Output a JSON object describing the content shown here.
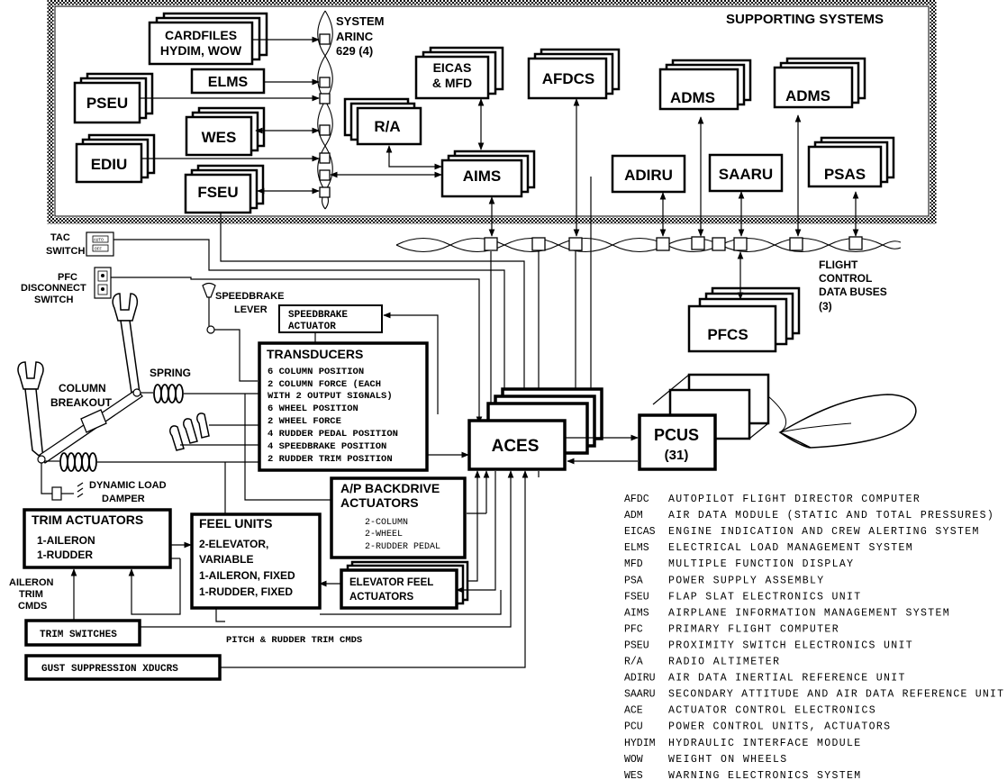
{
  "supporting_systems": {
    "title": "SUPPORTING SYSTEMS"
  },
  "arinc": {
    "line1": "SYSTEM",
    "line2": "ARINC",
    "line3": "629 (4)"
  },
  "boxes": {
    "cardfiles_1": "CARDFILES",
    "cardfiles_2": "HYDIM, WOW",
    "elms": "ELMS",
    "pseu": "PSEU",
    "wes": "WES",
    "ediu": "EDIU",
    "fseu": "FSEU",
    "eicas_1": "EICAS",
    "eicas_2": "& MFD",
    "ra": "R/A",
    "aims": "AIMS",
    "afdcs": "AFDCS",
    "adms_1": "ADMS",
    "adms_2": "ADMS",
    "adiru": "ADIRU",
    "saaru": "SAARU",
    "psas": "PSAS",
    "pfcs": "PFCS",
    "aces": "ACES",
    "pcus_1": "PCUS",
    "pcus_2": "(31)",
    "speedbrake_actuator_1": "SPEEDBRAKE",
    "speedbrake_actuator_2": "ACTUATOR",
    "transducers_title": "TRANSDUCERS",
    "transducers_lines": [
      "6 COLUMN POSITION",
      "2 COLUMN FORCE (EACH",
      "WITH 2 OUTPUT SIGNALS)",
      "6 WHEEL POSITION",
      "2 WHEEL FORCE",
      "4 RUDDER PEDAL POSITION",
      "4 SPEEDBRAKE POSITION",
      "2 RUDDER TRIM POSITION"
    ],
    "ap_title_1": "A/P BACKDRIVE",
    "ap_title_2": "ACTUATORS",
    "ap_lines": [
      "2-COLUMN",
      "2-WHEEL",
      "2-RUDDER PEDAL"
    ],
    "trim_actuators_title": "TRIM ACTUATORS",
    "trim_actuators_lines": [
      "1-AILERON",
      "1-RUDDER"
    ],
    "feel_units_title": "FEEL UNITS",
    "feel_units_lines": [
      "2-ELEVATOR,",
      "VARIABLE",
      "1-AILERON, FIXED",
      "1-RUDDER, FIXED"
    ],
    "elevator_feel_1": "ELEVATOR FEEL",
    "elevator_feel_2": "ACTUATORS",
    "trim_switches": "TRIM SWITCHES",
    "gust_suppression": "GUST SUPPRESSION XDUCRS"
  },
  "labels": {
    "tac_1": "TAC",
    "tac_2": "SWITCH",
    "tac_auto": "AUTO",
    "tac_off": "OFF",
    "pfc_1": "PFC",
    "pfc_2": "DISCONNECT",
    "pfc_3": "SWITCH",
    "speedbrake_1": "SPEEDBRAKE",
    "speedbrake_2": "LEVER",
    "column_1": "COLUMN",
    "column_2": "BREAKOUT",
    "spring": "SPRING",
    "damper_1": "DYNAMIC LOAD",
    "damper_2": "DAMPER",
    "aileron_trim_1": "AILERON",
    "aileron_trim_2": "TRIM",
    "aileron_trim_3": "CMDS",
    "pitch_rudder": "PITCH & RUDDER TRIM CMDS",
    "fcdb_1": "FLIGHT",
    "fcdb_2": "CONTROL",
    "fcdb_3": "DATA BUSES",
    "fcdb_4": "(3)"
  },
  "glossary": [
    {
      "abbr": "AFDC",
      "def": "AUTOPILOT FLIGHT DIRECTOR COMPUTER"
    },
    {
      "abbr": "ADM",
      "def": "AIR DATA MODULE (STATIC AND TOTAL PRESSURES)"
    },
    {
      "abbr": "EICAS",
      "def": "ENGINE INDICATION AND CREW ALERTING SYSTEM"
    },
    {
      "abbr": "ELMS",
      "def": "ELECTRICAL LOAD MANAGEMENT SYSTEM"
    },
    {
      "abbr": "MFD",
      "def": "MULTIPLE FUNCTION DISPLAY"
    },
    {
      "abbr": "PSA",
      "def": "POWER SUPPLY ASSEMBLY"
    },
    {
      "abbr": "FSEU",
      "def": "FLAP SLAT ELECTRONICS UNIT"
    },
    {
      "abbr": "AIMS",
      "def": "AIRPLANE INFORMATION MANAGEMENT SYSTEM"
    },
    {
      "abbr": "PFC",
      "def": "PRIMARY FLIGHT COMPUTER"
    },
    {
      "abbr": "PSEU",
      "def": "PROXIMITY SWITCH ELECTRONICS UNIT"
    },
    {
      "abbr": "R/A",
      "def": "RADIO ALTIMETER"
    },
    {
      "abbr": "ADIRU",
      "def": "AIR DATA INERTIAL REFERENCE UNIT"
    },
    {
      "abbr": "SAARU",
      "def": "SECONDARY ATTITUDE AND AIR DATA REFERENCE UNIT"
    },
    {
      "abbr": "ACE",
      "def": "ACTUATOR CONTROL ELECTRONICS"
    },
    {
      "abbr": "PCU",
      "def": "POWER CONTROL UNITS, ACTUATORS"
    },
    {
      "abbr": "HYDIM",
      "def": "HYDRAULIC INTERFACE MODULE"
    },
    {
      "abbr": "WOW",
      "def": "WEIGHT ON WHEELS"
    },
    {
      "abbr": "WES",
      "def": "WARNING ELECTRONICS SYSTEM"
    }
  ]
}
